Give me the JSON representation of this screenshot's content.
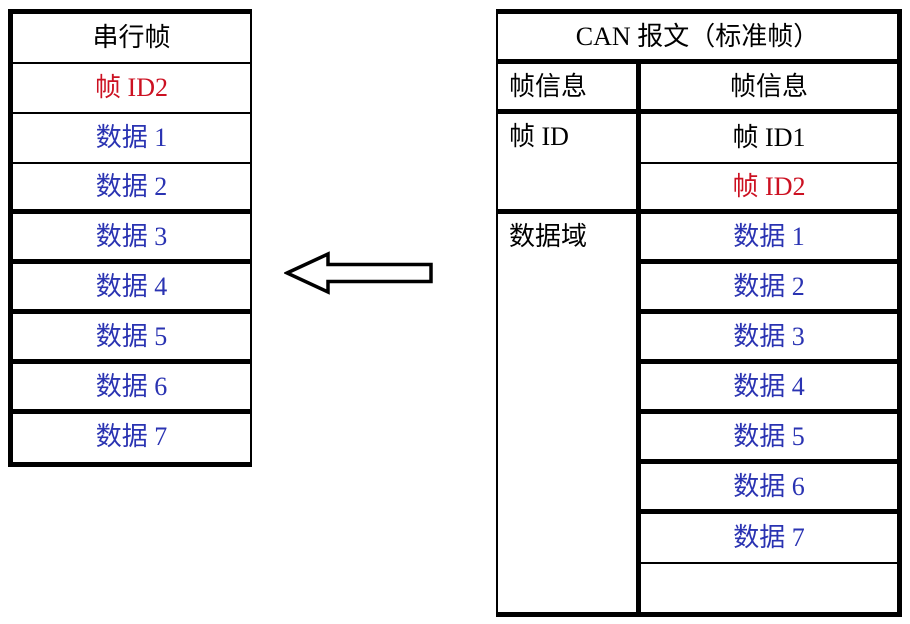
{
  "colors": {
    "red": "#cc1122",
    "blue": "#2a33b2",
    "black": "#000000"
  },
  "left_table": {
    "title": "串行帧",
    "rows": [
      {
        "label": "帧 ID2",
        "color": "red"
      },
      {
        "label": "数据 1",
        "color": "blue"
      },
      {
        "label": "数据 2",
        "color": "blue"
      },
      {
        "label": "数据 3",
        "color": "blue"
      },
      {
        "label": "数据 4",
        "color": "blue"
      },
      {
        "label": "数据 5",
        "color": "blue"
      },
      {
        "label": "数据 6",
        "color": "blue"
      },
      {
        "label": "数据 7",
        "color": "blue"
      }
    ]
  },
  "arrow": {
    "direction": "left"
  },
  "right_table": {
    "title": "CAN 报文（标准帧）",
    "info_row": {
      "left": "帧信息",
      "right": "帧信息"
    },
    "id_section": {
      "label": "帧 ID",
      "rows": [
        {
          "label": "帧 ID1",
          "color": "black"
        },
        {
          "label": "帧 ID2",
          "color": "red"
        }
      ]
    },
    "data_section": {
      "label": "数据域",
      "rows": [
        {
          "label": "数据 1",
          "color": "blue"
        },
        {
          "label": "数据 2",
          "color": "blue"
        },
        {
          "label": "数据 3",
          "color": "blue"
        },
        {
          "label": "数据 4",
          "color": "blue"
        },
        {
          "label": "数据 5",
          "color": "blue"
        },
        {
          "label": "数据 6",
          "color": "blue"
        },
        {
          "label": "数据 7",
          "color": "blue"
        },
        {
          "label": "",
          "color": "black"
        }
      ]
    }
  }
}
